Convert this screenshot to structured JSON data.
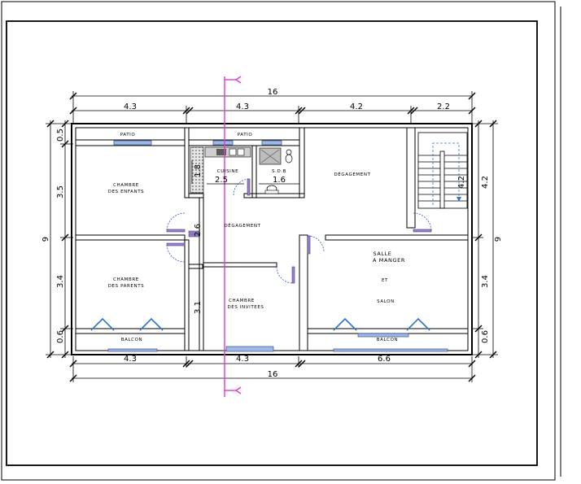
{
  "dimensions": {
    "top_total": "16",
    "top_segments": [
      "4.3",
      "4.3",
      "4.2",
      "2.2"
    ],
    "bottom_total": "16",
    "bottom_segments": [
      "4.3",
      "4.3",
      "6.6"
    ],
    "left_total": "9",
    "left_segments": [
      "0.5",
      "3.5",
      "3.4",
      "0.6"
    ],
    "right_total": "9",
    "right_segments": [
      "4.2",
      "3.4",
      "0.6"
    ],
    "interior": {
      "kitchen_depth": "1.8",
      "kitchen_width": "2.5",
      "sdb_width": "1.6",
      "corridor": "2.6",
      "guest_room": "3.1",
      "stair": "4.2"
    }
  },
  "rooms": {
    "patio_left": "PATIO",
    "patio_right": "PATIO",
    "chambre_enfants_1": "CHAMBRE",
    "chambre_enfants_2": "DES ENFANTS",
    "chambre_parents_1": "CHAMBRE",
    "chambre_parents_2": "DES PARENTS",
    "cuisine": "CUISINE",
    "sdb": "S.D.B",
    "degagement_center": "DÉGAGEMENT",
    "degagement_right": "DÉGAGEMENT",
    "chambre_invites_1": "CHAMBRE",
    "chambre_invites_2": "DES INVITEES",
    "salle_1": "SALLE",
    "salle_2": "A MANGER",
    "salle_et": "ET",
    "salon": "SALON",
    "balcon_left": "BALCON",
    "balcon_right": "BALCON"
  },
  "colors": {
    "wall": "#000000",
    "window": "#9fb8e6",
    "door_swing": "#2a5ab8",
    "door_leaf": "#9a83c9",
    "section_line": "#e23ad0"
  }
}
